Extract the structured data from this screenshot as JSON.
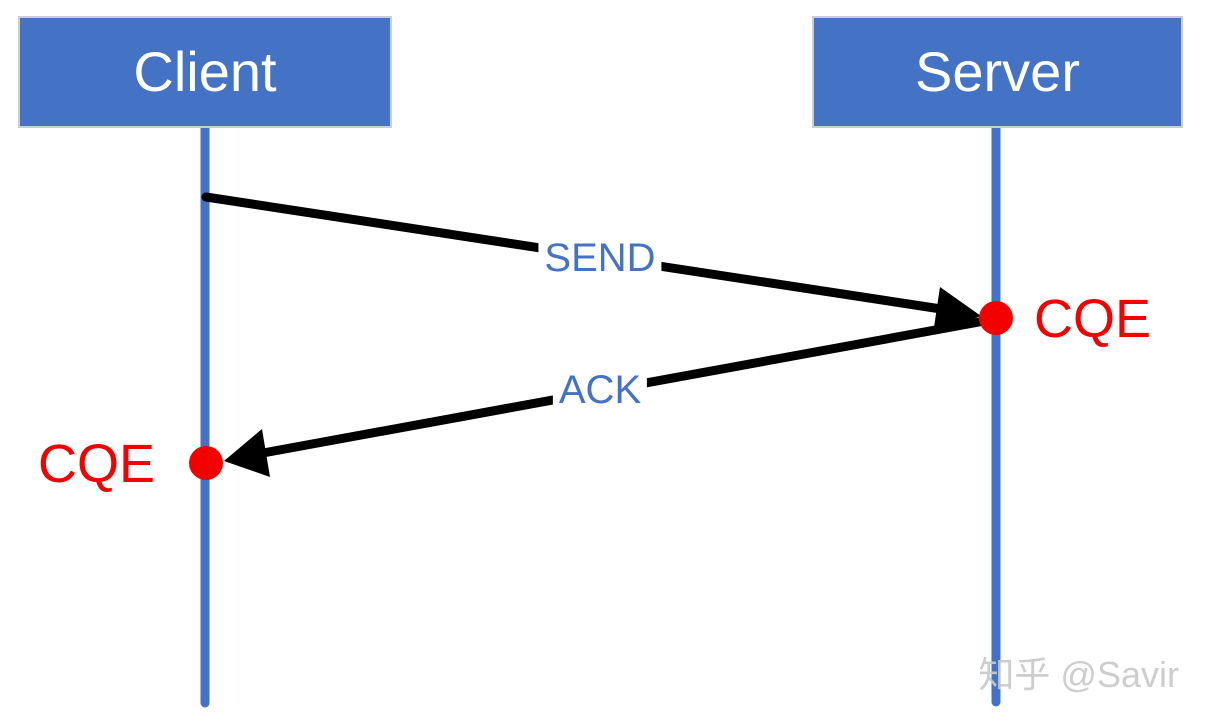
{
  "diagram": {
    "actors": [
      {
        "id": "client",
        "label": "Client"
      },
      {
        "id": "server",
        "label": "Server"
      }
    ],
    "messages": [
      {
        "label": "SEND",
        "from": "Client",
        "to": "Server"
      },
      {
        "label": "ACK",
        "from": "Server",
        "to": "Client"
      }
    ],
    "events": [
      {
        "label": "CQE",
        "lifeline": "Server"
      },
      {
        "label": "CQE",
        "lifeline": "Client"
      }
    ],
    "colors": {
      "actor_fill": "#4472C4",
      "actor_border": "#C9CDD6",
      "actor_text": "#FFFFFF",
      "lifeline": "#4472C4",
      "message_text": "#4472C4",
      "event_red": "#F40000",
      "arrow": "#000000"
    }
  },
  "watermark": {
    "text": "知乎 @Savir"
  }
}
